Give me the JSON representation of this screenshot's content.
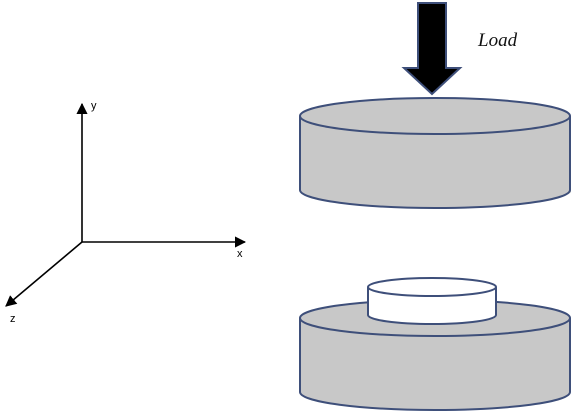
{
  "axes": {
    "x_label": "x",
    "y_label": "y",
    "z_label": "z"
  },
  "load": {
    "label": "Load",
    "icon": "down-arrow-icon"
  },
  "colors": {
    "cylinder_fill": "#c8c8c8",
    "cylinder_stroke": "#3e4f7a",
    "sample_fill": "#ffffff",
    "arrow_fill": "#000000",
    "axis_stroke": "#000000"
  }
}
